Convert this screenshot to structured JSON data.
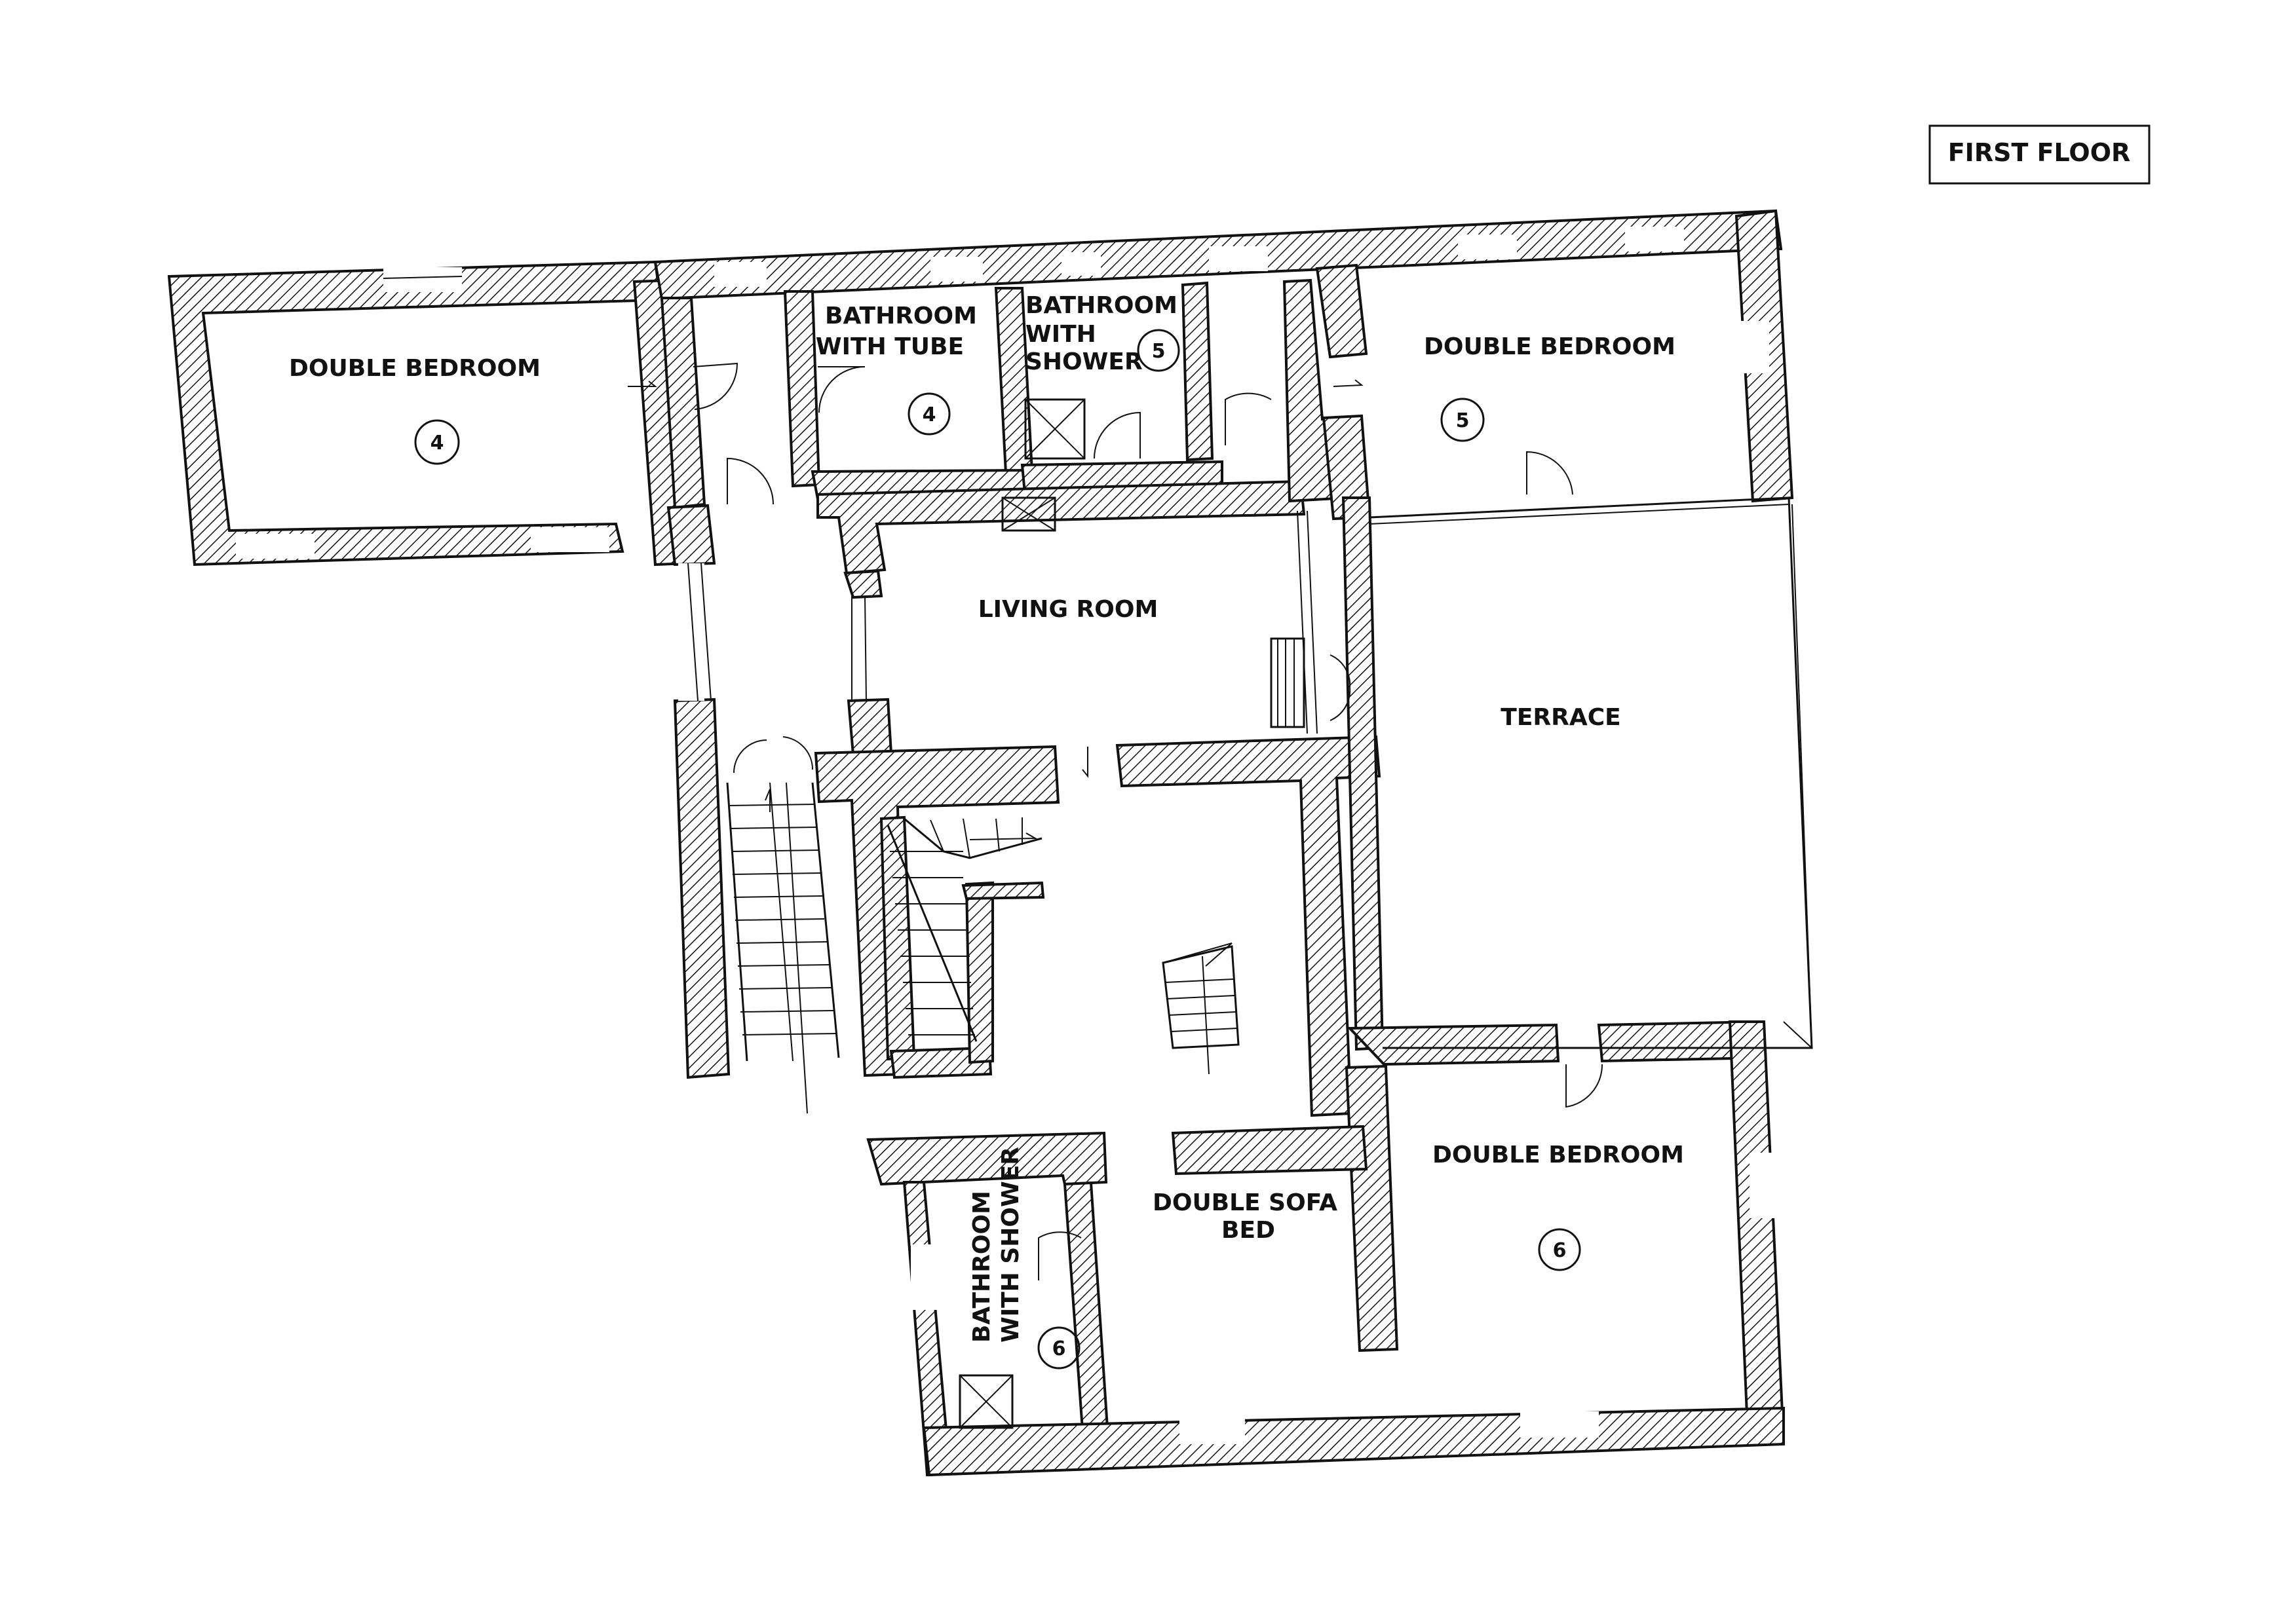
{
  "plan": {
    "floor_label": "FIRST FLOOR",
    "rooms": {
      "bedroom_left": {
        "name": "DOUBLE BEDROOM",
        "number": "4"
      },
      "bath_tube": {
        "line1": "BATHROOM",
        "line2": "WITH  TUBE",
        "number": "4"
      },
      "bath_shower_top": {
        "line1": "BATHROOM",
        "line2": "WITH",
        "line3": "SHOWER",
        "number": "5"
      },
      "bedroom_top_right": {
        "name": "DOUBLE BEDROOM",
        "number": "5"
      },
      "living_room": {
        "name": "LIVING ROOM"
      },
      "terrace": {
        "name": "TERRACE"
      },
      "bedroom_bottom_right": {
        "name": "DOUBLE BEDROOM",
        "number": "6"
      },
      "sofa_bed": {
        "line1": "DOUBLE SOFA",
        "line2": "BED"
      },
      "bath_shower_bottom": {
        "line1": "BATHROOM",
        "line2": "WITH SHOWER",
        "number": "6"
      }
    }
  }
}
